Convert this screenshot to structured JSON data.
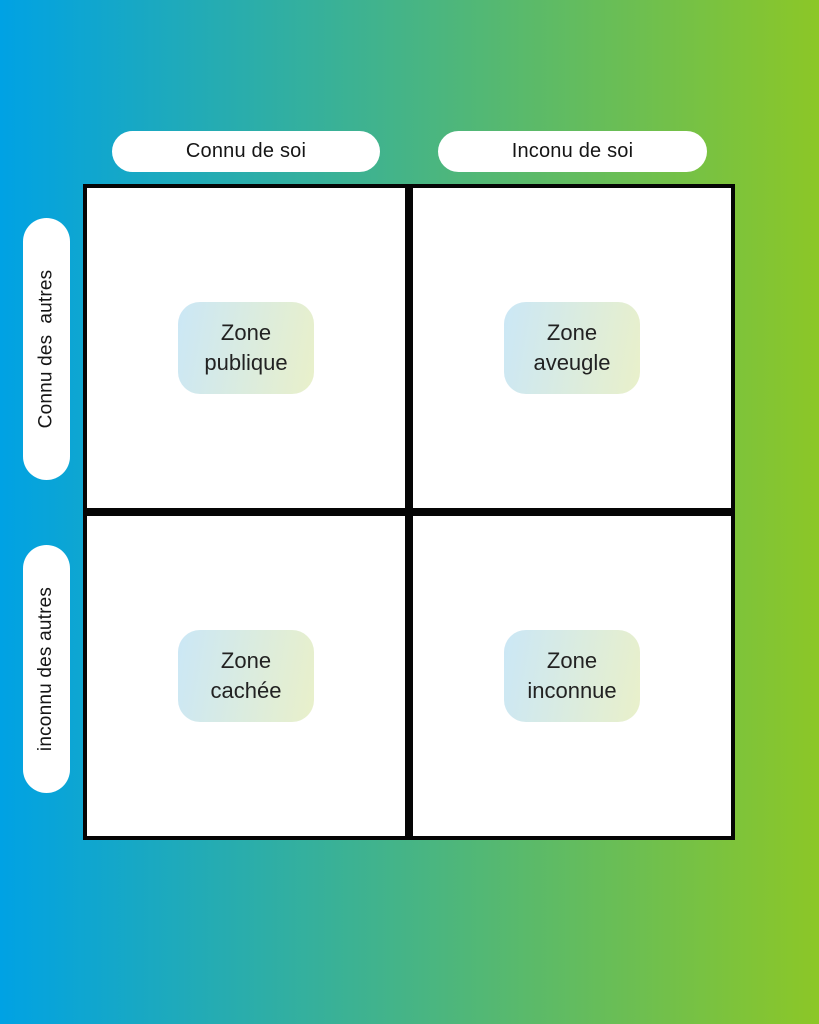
{
  "diagram": {
    "name": "Johari window (French)",
    "column_headers": [
      {
        "label": "Connu de soi"
      },
      {
        "label": "Inconu de soi"
      }
    ],
    "row_headers": [
      {
        "label": "Connu des  autres"
      },
      {
        "label": "inconnu des autres"
      }
    ],
    "quadrants": [
      {
        "label": "Zone publique"
      },
      {
        "label": "Zone aveugle"
      },
      {
        "label": "Zone cachée"
      },
      {
        "label": "Zone inconnue"
      }
    ],
    "colors": {
      "background_gradient_left": "#00A2E4",
      "background_gradient_right": "#8CC727",
      "grid_border": "#050505",
      "cell_background": "#FFFFFF",
      "pill_background": "#FFFFFF",
      "zone_box_gradient_left": "#CBE7F6",
      "zone_box_gradient_right": "#E9F0CA",
      "text": "#1E1E1E"
    }
  }
}
